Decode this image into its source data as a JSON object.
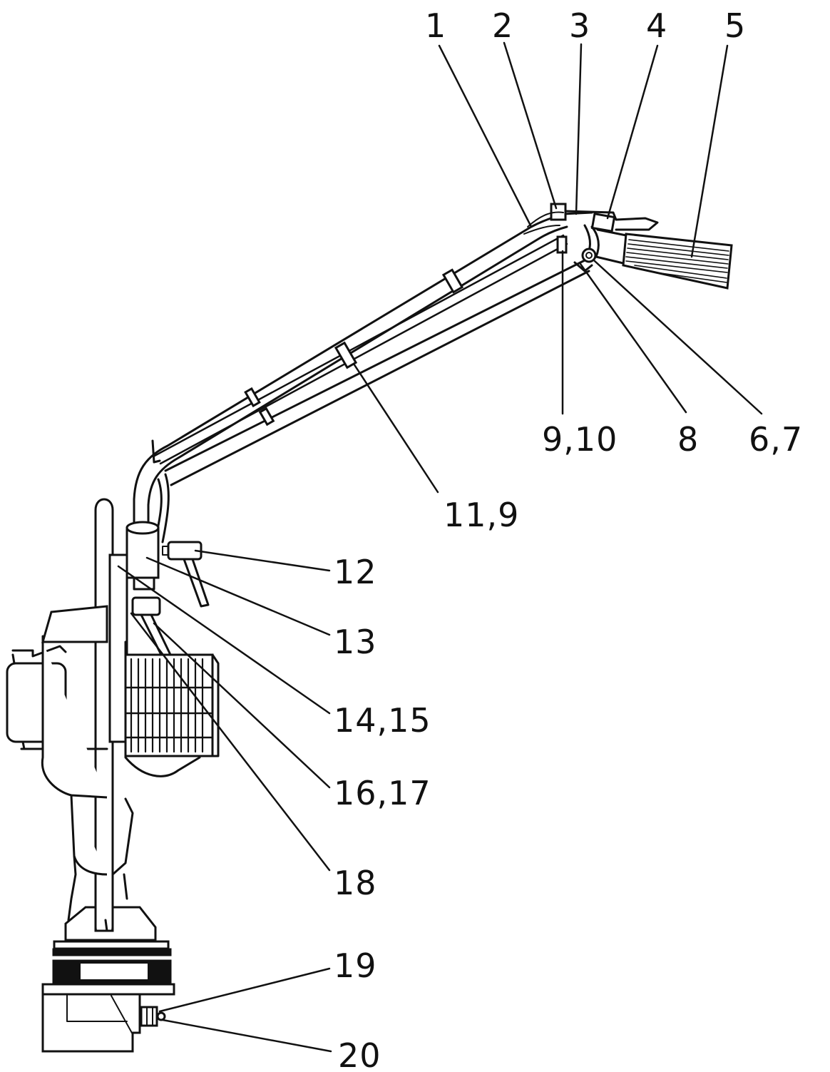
{
  "diagram": {
    "callouts": [
      {
        "id": "c1",
        "label": "1"
      },
      {
        "id": "c2",
        "label": "2"
      },
      {
        "id": "c3",
        "label": "3"
      },
      {
        "id": "c4",
        "label": "4"
      },
      {
        "id": "c5",
        "label": "5"
      },
      {
        "id": "c6",
        "label": "9,10"
      },
      {
        "id": "c7",
        "label": "8"
      },
      {
        "id": "c8",
        "label": "6,7"
      },
      {
        "id": "c9",
        "label": "11,9"
      },
      {
        "id": "c10",
        "label": "12"
      },
      {
        "id": "c11",
        "label": "13"
      },
      {
        "id": "c12",
        "label": "14,15"
      },
      {
        "id": "c13",
        "label": "16,17"
      },
      {
        "id": "c14",
        "label": "18"
      },
      {
        "id": "c15",
        "label": "19"
      },
      {
        "id": "c16",
        "label": "20"
      }
    ]
  },
  "colors": {
    "ink": "#111111",
    "paper": "#ffffff"
  }
}
